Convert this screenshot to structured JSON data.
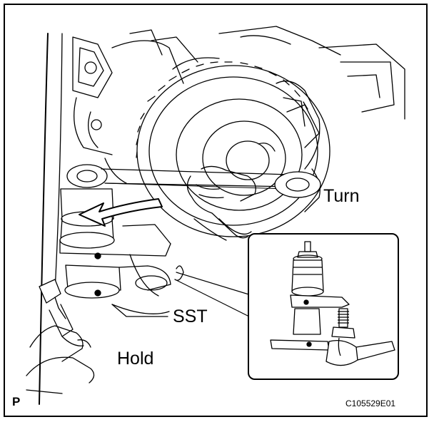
{
  "labels": {
    "turn": "Turn",
    "sst": "SST",
    "hold": "Hold",
    "page_marker": "P",
    "figure_code": "C105529E01"
  },
  "colors": {
    "line": "#000000",
    "background": "#ffffff",
    "arrow_fill": "#ffffff"
  },
  "icons": {
    "direction_arrow": "curved-arrow-left"
  }
}
